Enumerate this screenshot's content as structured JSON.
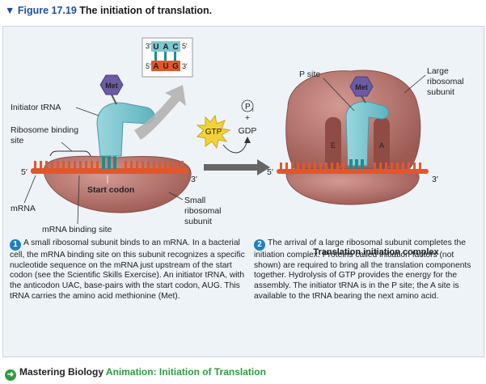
{
  "figure": {
    "title_prefix": "▼ Figure 17.19",
    "title_text": " The initiation of translation."
  },
  "labels": {
    "initiator_trna": "Initiator tRNA",
    "ribosome_binding_site_line1": "Ribosome binding",
    "ribosome_binding_site_line2": "site",
    "five_prime": "5′",
    "three_prime": "3′",
    "start_codon": "Start codon",
    "mrna": "mRNA",
    "mrna_binding_site": "mRNA binding site",
    "small_subunit_line1": "Small",
    "small_subunit_line2": "ribosomal",
    "small_subunit_line3": "subunit",
    "met": "Met",
    "anticodon": [
      "U",
      "A",
      "C"
    ],
    "codon": [
      "A",
      "U",
      "G"
    ],
    "gtp": "GTP",
    "gdp": "GDP",
    "pi": "P",
    "pi_sub": "i",
    "plus": "+",
    "p_site": "P site",
    "large_subunit_line1": "Large",
    "large_subunit_line2": "ribosomal",
    "large_subunit_line3": "subunit",
    "e_site": "E",
    "a_site": "A"
  },
  "complex_title": "Translation initiation complex",
  "steps": [
    {
      "number": "1",
      "text": "A small ribosomal subunit binds to an mRNA. In a bacterial cell, the mRNA binding site on this subunit recognizes a specific nucleotide sequence on the mRNA just upstream of the start codon (see the Scientific Skills Exercise). An initiator tRNA, with the anticodon UAC, base-pairs with the start codon, AUG. This tRNA carries the amino acid methionine (Met)."
    },
    {
      "number": "2",
      "text": "The arrival of a large ribosomal subunit completes the initiation complex. Proteins called initiation factors (not shown) are required to bring all the translation components together. Hydrolysis of GTP provides the energy for the assembly. The initiator tRNA is in the P site; the A site is available to the tRNA bearing the next amino acid."
    }
  ],
  "footer": {
    "brand": "Mastering Biology",
    "link": "Animation: Initiation of Translation"
  },
  "colors": {
    "ribosome": "#b5716a",
    "mrna": "#e2572a",
    "trna": "#7fc6cf",
    "met": "#6c5aa5",
    "gtp": "#f2d23a",
    "step_badge": "#1f7fc4",
    "mastering_green": "#2e9b3e"
  }
}
